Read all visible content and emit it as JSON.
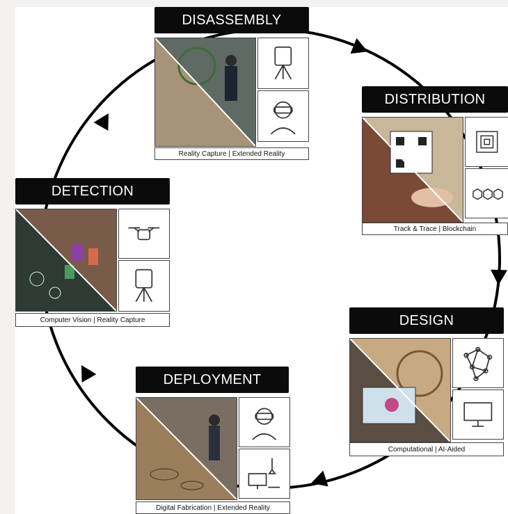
{
  "stages": {
    "disassembly": {
      "title": "DISASSEMBLY",
      "caption": "Reality Capture | Extended Reality",
      "icons": [
        "laser-scanner-icon",
        "vr-headset-icon"
      ]
    },
    "distribution": {
      "title": "DISTRIBUTION",
      "caption": "Track & Trace | Blockchain",
      "icons": [
        "nfc-tag-icon",
        "blockchain-icon"
      ]
    },
    "design": {
      "title": "DESIGN",
      "caption": "Computational | AI-Aided",
      "icons": [
        "network-graph-icon",
        "monitor-icon"
      ]
    },
    "deployment": {
      "title": "DEPLOYMENT",
      "caption": "Digital Fabrication | Extended Reality",
      "icons": [
        "vr-headset-icon",
        "cnc-machine-icon"
      ]
    },
    "detection": {
      "title": "DETECTION",
      "caption": "Computer Vision | Reality Capture",
      "icons": [
        "drone-icon",
        "laser-scanner-icon"
      ]
    }
  },
  "cycle_direction": "clockwise",
  "colors": {
    "title_bg": "#0b0b0b",
    "title_text": "#ffffff",
    "arrow": "#000000"
  }
}
